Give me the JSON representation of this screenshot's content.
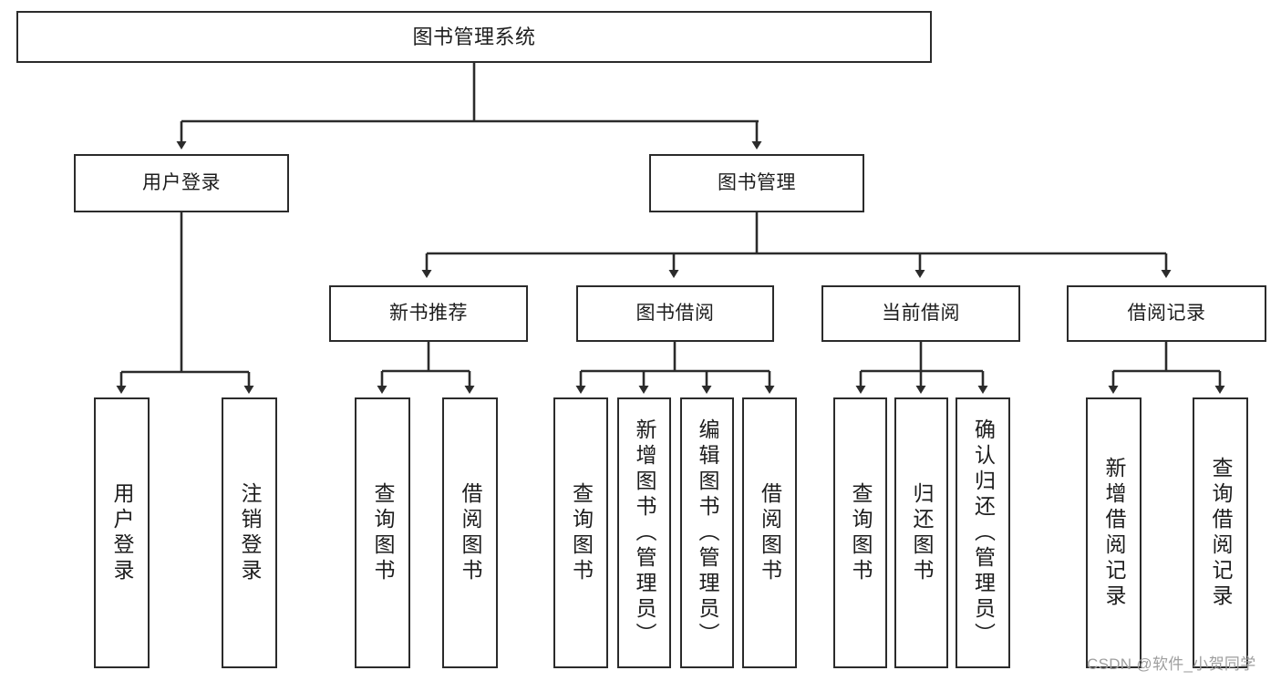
{
  "diagram": {
    "type": "hierarchy-tree",
    "title": "图书管理系统",
    "levels": 4,
    "root": {
      "label": "图书管理系统"
    },
    "level2": [
      {
        "label": "用户登录"
      },
      {
        "label": "图书管理"
      }
    ],
    "level3": [
      {
        "label": "新书推荐"
      },
      {
        "label": "图书借阅"
      },
      {
        "label": "当前借阅"
      },
      {
        "label": "借阅记录"
      }
    ],
    "leaves": {
      "user_login": [
        {
          "label": "用户登录"
        },
        {
          "label": "注销登录"
        }
      ],
      "new_book_recommend": [
        {
          "label": "查询图书"
        },
        {
          "label": "借阅图书"
        }
      ],
      "book_borrow": [
        {
          "label": "查询图书"
        },
        {
          "label": "新增图书（管理员）"
        },
        {
          "label": "编辑图书（管理员）"
        },
        {
          "label": "借阅图书"
        }
      ],
      "current_borrow": [
        {
          "label": "查询图书"
        },
        {
          "label": "归还图书"
        },
        {
          "label": "确认归还（管理员）"
        }
      ],
      "borrow_record": [
        {
          "label": "新增借阅记录"
        },
        {
          "label": "查询借阅记录"
        }
      ]
    }
  },
  "watermark": {
    "text": "CSDN @软件_小贺同学"
  },
  "colors": {
    "stroke": "#2b2b2b",
    "background": "#ffffff",
    "text": "#1d1d1d",
    "watermark": "#9e9e9e"
  }
}
